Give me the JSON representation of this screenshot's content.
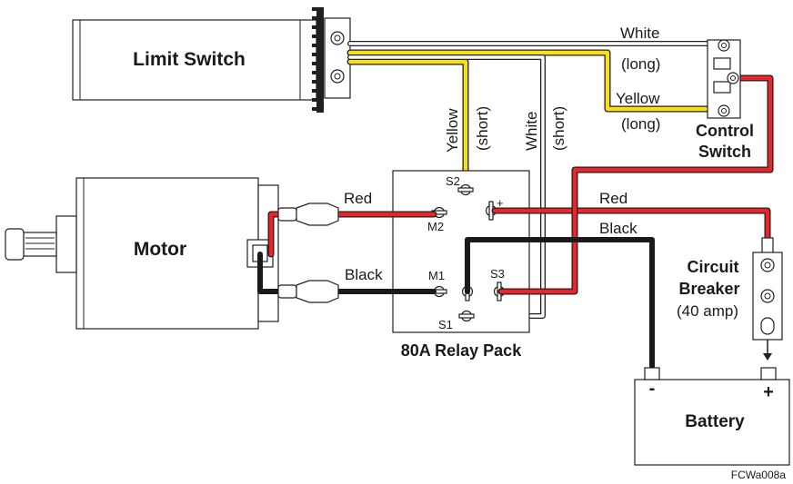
{
  "components": {
    "limit_switch": "Limit Switch",
    "motor": "Motor",
    "relay_pack": "80A Relay Pack",
    "control_switch_line1": "Control",
    "control_switch_line2": "Switch",
    "circuit_breaker_line1": "Circuit",
    "circuit_breaker_line2": "Breaker",
    "circuit_breaker_rating": "(40 amp)",
    "battery": "Battery"
  },
  "terminals": {
    "s1": "S1",
    "s2": "S2",
    "s3": "S3",
    "m1": "M1",
    "m2": "M2",
    "relay_plus": "+",
    "battery_minus": "-",
    "battery_plus": "+"
  },
  "wire_labels": {
    "white_top": "White",
    "white_top_length": "(long)",
    "yellow_right": "Yellow",
    "yellow_right_length": "(long)",
    "yellow_vertical": "Yellow",
    "yellow_vertical_length": "(short)",
    "white_vertical": "White",
    "white_vertical_length": "(short)",
    "red_relay_to_motor": "Red",
    "red_relay_to_breaker": "Red",
    "black_relay_to_motor": "Black",
    "black_relay_to_battery": "Black"
  },
  "figure_id": "FCWa008a",
  "colors": {
    "red_wire": "#e8262a",
    "yellow_wire": "#f5e11a",
    "black_wire": "#1a1a1a",
    "white_wire": "#ffffff",
    "outline": "#231f20"
  }
}
